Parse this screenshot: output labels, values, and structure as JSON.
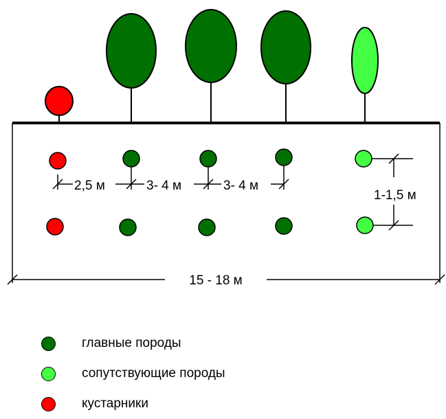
{
  "colors": {
    "main": "#007000",
    "accompanying": "#44ff44",
    "shrubs": "#ff0000",
    "line": "#000000"
  },
  "dimensions": {
    "spacing_shrub_to_main": "2,5 м",
    "spacing_main_1": "3- 4 м",
    "spacing_main_2": "3- 4 м",
    "row_spacing": "1-1,5 м",
    "total_width": "15 - 18 м"
  },
  "legend": [
    {
      "label": "главные породы",
      "color": "#007000",
      "icon": "dark-green-circle"
    },
    {
      "label": "сопутствующие породы",
      "color": "#44ff44",
      "icon": "light-green-circle"
    },
    {
      "label": "кустарники",
      "color": "#ff0000",
      "icon": "red-circle"
    }
  ]
}
